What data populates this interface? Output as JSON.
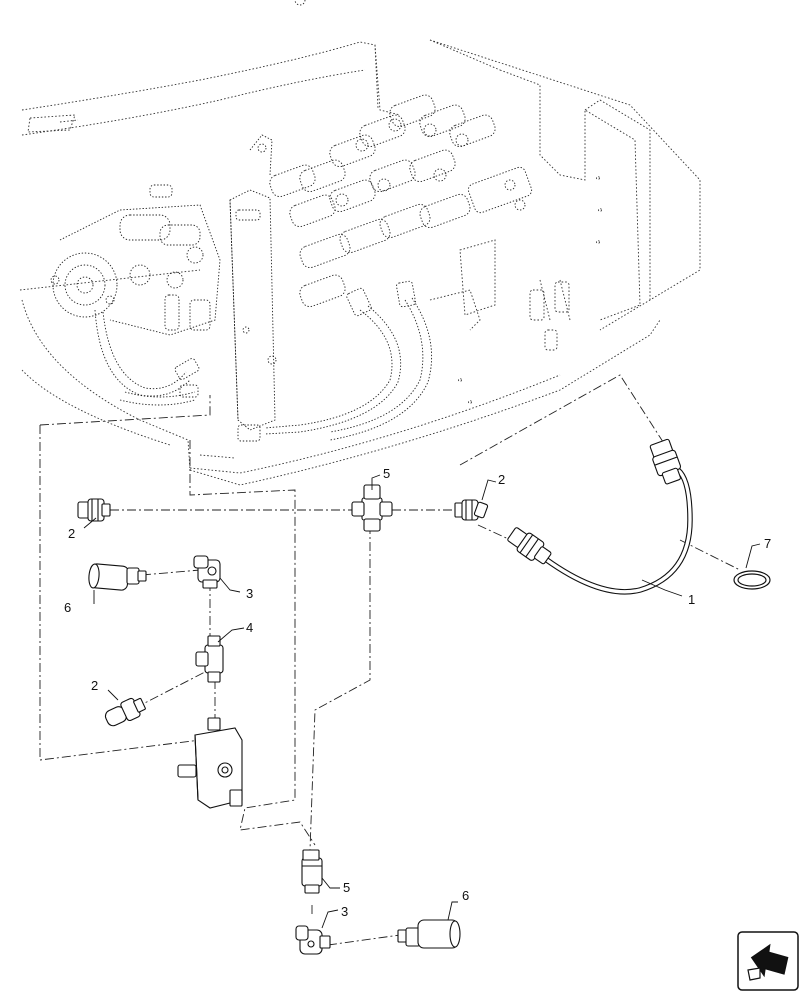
{
  "callouts": [
    {
      "id": "c1",
      "label": "1"
    },
    {
      "id": "c2a",
      "label": "2"
    },
    {
      "id": "c2b",
      "label": "2"
    },
    {
      "id": "c2c",
      "label": "2"
    },
    {
      "id": "c3a",
      "label": "3"
    },
    {
      "id": "c3b",
      "label": "3"
    },
    {
      "id": "c4",
      "label": "4"
    },
    {
      "id": "c5a",
      "label": "5"
    },
    {
      "id": "c5b",
      "label": "5"
    },
    {
      "id": "c6a",
      "label": "6"
    },
    {
      "id": "c6b",
      "label": "6"
    },
    {
      "id": "c7",
      "label": "7"
    }
  ],
  "navigation": {
    "icon": "arrow-nav-icon"
  }
}
